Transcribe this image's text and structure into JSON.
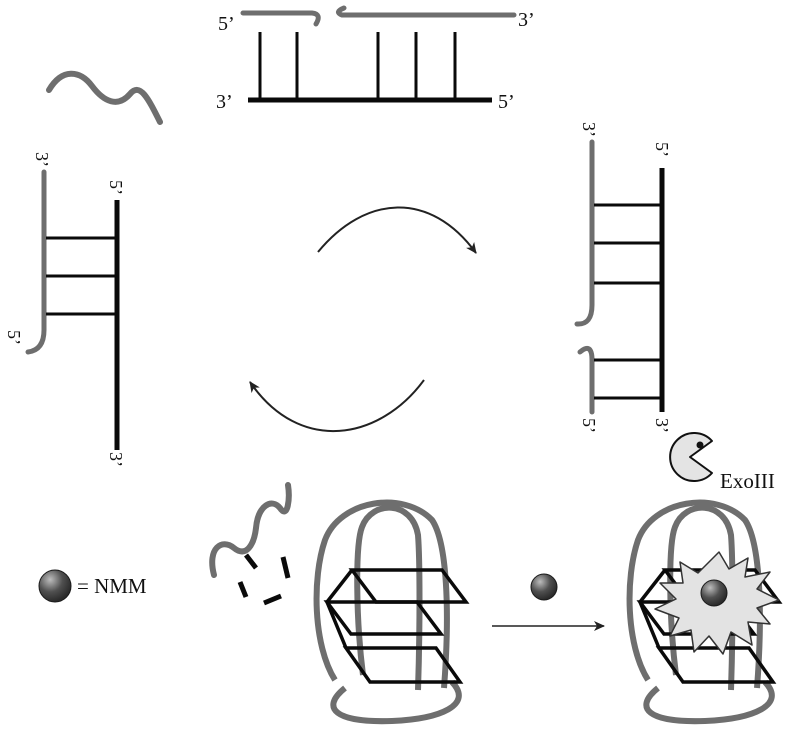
{
  "colors": {
    "black_strand": "#0a0a0a",
    "gray_strand": "#6e6e6e",
    "arrow": "#222222",
    "nmm_ball": "#505050",
    "nmm_highlight": "#bdbdbd",
    "burst_fill": "#e3e3e3",
    "exo_fill": "#e4e4e4"
  },
  "top_duplex": {
    "label_left_5": "5’",
    "label_right_3": "3’",
    "label_left_3": "3’",
    "label_right_5": "5’"
  },
  "left_duplex": {
    "label_gray_3": "3’",
    "label_black_5": "5’",
    "label_gray_5": "5’",
    "label_black_3": "3’"
  },
  "right_duplex": {
    "label_gray_3": "3’",
    "label_black_5": "5’",
    "label_gray_5": "5’",
    "label_black_3": "3’"
  },
  "enzyme": {
    "label": "ExoIII",
    "icon": "pacman-exonuclease-icon"
  },
  "legend": {
    "label": "= NMM",
    "icon": "nmm-ball-icon"
  }
}
